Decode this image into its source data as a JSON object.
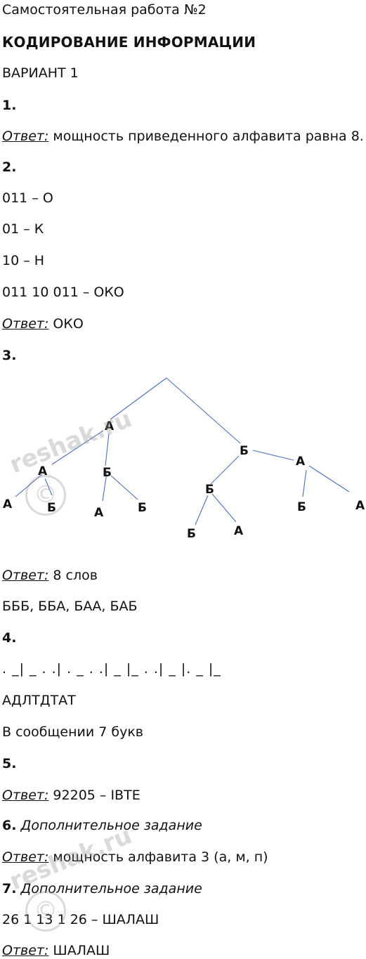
{
  "header": {
    "title": "Самостоятельная работа №2",
    "subtitle": "КОДИРОВАНИЕ ИНФОРМАЦИИ",
    "variant": "ВАРИАНТ 1"
  },
  "tasks": {
    "t1": {
      "num": "1.",
      "answer_label": "Ответ:",
      "answer_text": " мощность приведенного алфавита равна 8."
    },
    "t2": {
      "num": "2.",
      "lines": [
        "011 – О",
        "01 – К",
        "10 – Н",
        "011 10 011 – ОКО"
      ],
      "answer_label": "Ответ:",
      "answer_text": " ОКО"
    },
    "t3": {
      "num": "3.",
      "tree_labels": {
        "a1": "А",
        "b1": "Б",
        "a2": "А",
        "b2": "Б",
        "a3": "А",
        "b3": "Б",
        "a4": "А",
        "b4": "Б",
        "b5": "Б",
        "a5": "А",
        "b6": "Б",
        "a6": "А",
        "b7": "Б",
        "a7": "А"
      },
      "answer_label": "Ответ:",
      "answer_text": " 8 слов",
      "words": "БББ, ББА, БАА, БАБ"
    },
    "t4": {
      "num": "4.",
      "morse": ". _| _ . .| . _ . .| _ |_ . .| _ |. _ |_",
      "decoded": "АДЛТДТАТ",
      "count": "В сообщении 7 букв"
    },
    "t5": {
      "num": "5.",
      "answer_label": "Ответ:",
      "answer_text": " 92205 – IBTE"
    },
    "t6": {
      "num": "6.",
      "extra": " Дополнительное задание",
      "answer_label": "Ответ:",
      "answer_text": " мощность алфавита 3 (а, м, п)"
    },
    "t7": {
      "num": "7.",
      "extra": " Дополнительное задание",
      "code": " 26 1 13 1 26 – ШАЛАШ",
      "answer_label": "Ответ:",
      "answer_text": " ШАЛАШ"
    }
  },
  "watermark": {
    "text": "reshak.ru",
    "symbol": "©"
  }
}
